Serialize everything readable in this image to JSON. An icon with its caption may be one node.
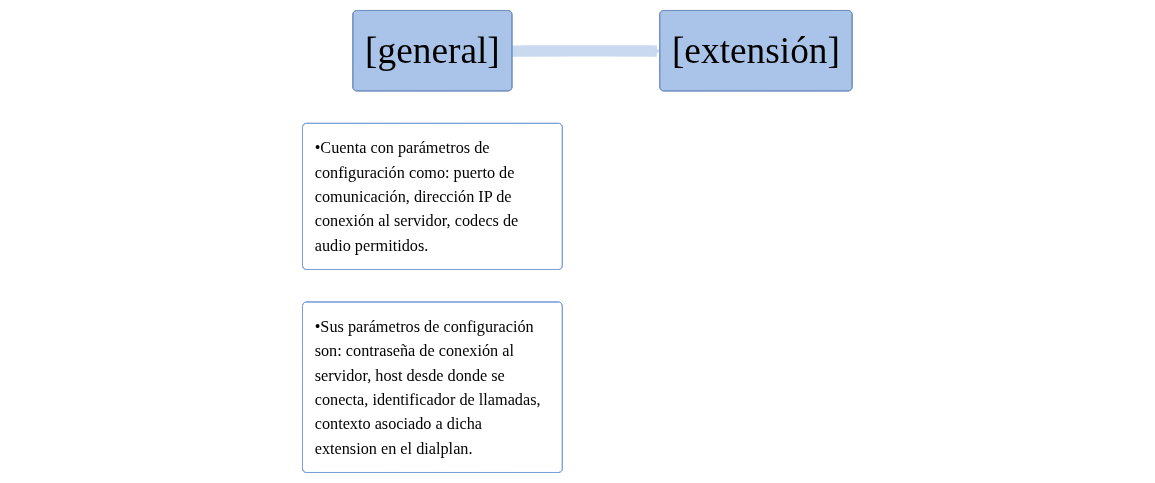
{
  "diagram": {
    "nodes": [
      {
        "text": [
          "[general]"
        ]
      },
      {
        "text": [
          "•Cuenta con parámetros de configuración como: puerto de comunicación, dirección IP de conexión al servidor, codecs de audio permitidos."
        ]
      },
      {
        "text": [
          "[extensión]"
        ]
      },
      {
        "text": [
          "•Sus parámetros de configuración son: contraseña de conexión al servidor, host desde donde se conecta, identificador de llamadas, contexto asociado a dicha extension en el dialplan."
        ]
      }
    ],
    "edges": [
      {
        "from": 0,
        "to": 2,
        "arrow": "to"
      }
    ]
  }
}
